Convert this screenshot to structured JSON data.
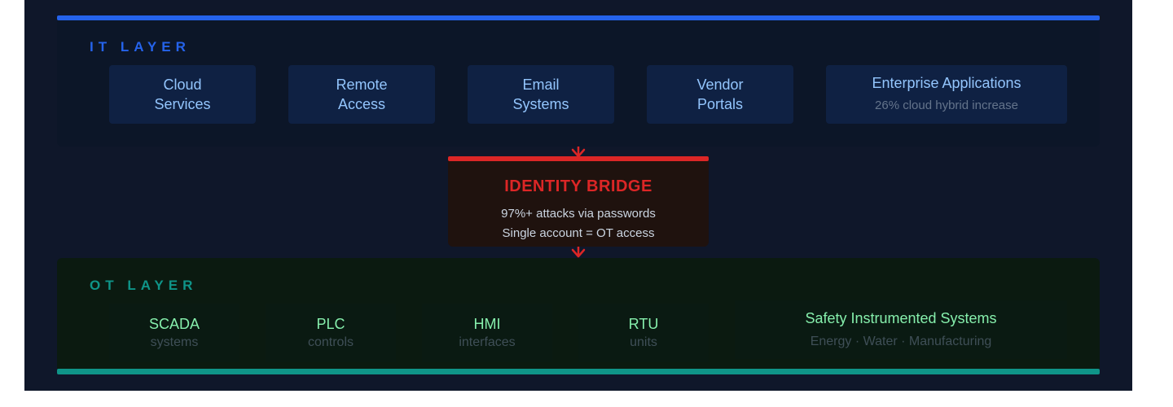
{
  "it_layer": {
    "title": "IT LAYER",
    "cards": [
      {
        "line1": "Cloud",
        "line2": "Services"
      },
      {
        "line1": "Remote",
        "line2": "Access"
      },
      {
        "line1": "Email",
        "line2": "Systems"
      },
      {
        "line1": "Vendor",
        "line2": "Portals"
      },
      {
        "main": "Enterprise Applications",
        "sub": "26% cloud hybrid increase"
      }
    ]
  },
  "bridge": {
    "title": "IDENTITY BRIDGE",
    "line1": "97%+ attacks via passwords",
    "line2": "Single account = OT access"
  },
  "ot_layer": {
    "title": "OT LAYER",
    "cards": [
      {
        "main": "SCADA",
        "sub": "systems"
      },
      {
        "main": "PLC",
        "sub": "controls"
      },
      {
        "main": "HMI",
        "sub": "interfaces"
      },
      {
        "main": "RTU",
        "sub": "units"
      },
      {
        "main": "Safety Instrumented Systems",
        "sub": "Energy · Water · Manufacturing"
      }
    ]
  },
  "colors": {
    "background": "#0f172a",
    "it_accent": "#2563eb",
    "bridge_accent": "#dc2626",
    "ot_accent": "#0f9488"
  }
}
